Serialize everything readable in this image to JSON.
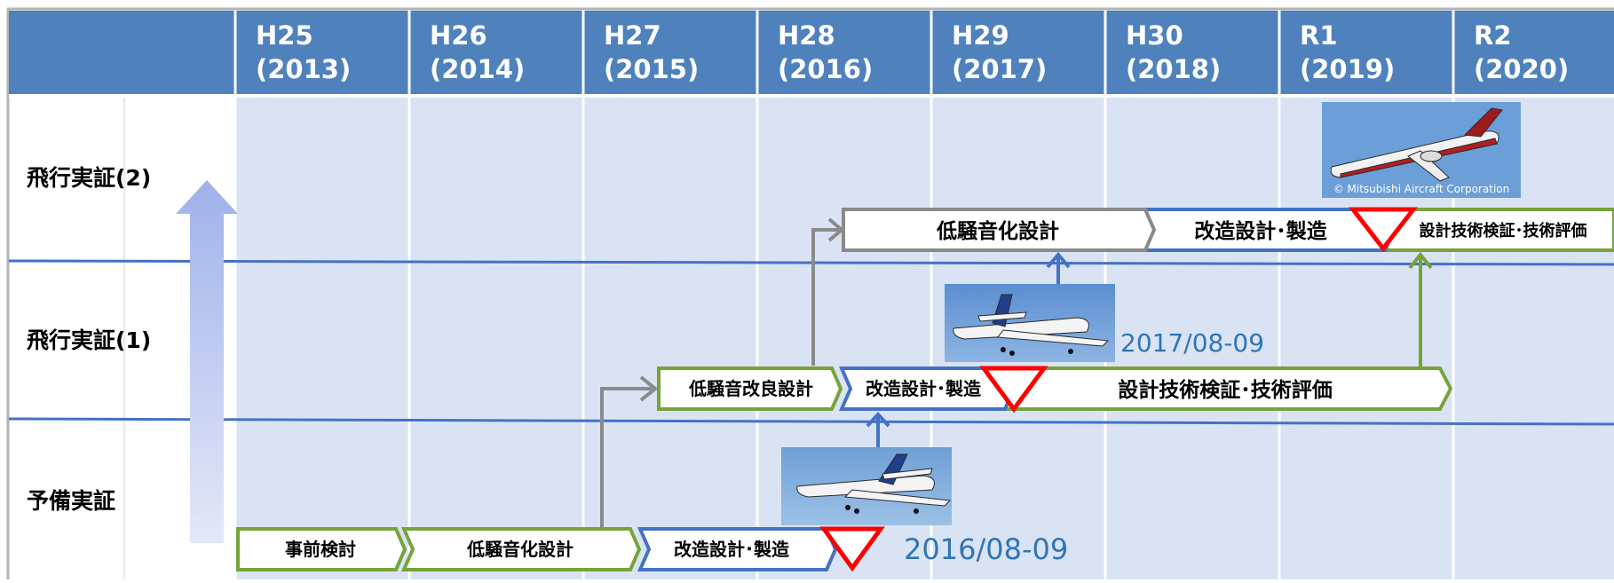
{
  "header": {
    "years": [
      {
        "era": "H25",
        "year": "(2013)"
      },
      {
        "era": "H26",
        "year": "(2014)"
      },
      {
        "era": "H27",
        "year": "(2015)"
      },
      {
        "era": "H28",
        "year": "(2016)"
      },
      {
        "era": "H29",
        "year": "(2017)"
      },
      {
        "era": "H30",
        "year": "(2018)"
      },
      {
        "era": "R1",
        "year": "(2019)"
      },
      {
        "era": "R2",
        "year": "(2020)"
      }
    ]
  },
  "rows": {
    "flight2": "飛行実証(2)",
    "flight1": "飛行実証(1)",
    "prelim": "予備実証"
  },
  "tasks": {
    "prelim": {
      "pre_study": "事前検討",
      "low_noise_design": "低騒音化設計",
      "modify_build": "改造設計･製造",
      "date": "2016/08-09"
    },
    "flight1": {
      "improved_design": "低騒音改良設計",
      "modify_build": "改造設計･製造",
      "verify_eval": "設計技術検証･技術評価",
      "date": "2017/08-09"
    },
    "flight2": {
      "low_noise_design": "低騒音化設計",
      "modify_build": "改造設計･製造",
      "verify_eval": "設計技術検証･技術評価"
    }
  },
  "photo_credit": "© Mitsubishi Aircraft Corporation",
  "colors": {
    "header_bg": "#4f81bd",
    "grid_bg": "#dae3f3",
    "green": "#77a33a",
    "blue": "#4472c4",
    "gray": "#8a8a8a",
    "red": "#ff0000",
    "date_text": "#2e75b6"
  }
}
